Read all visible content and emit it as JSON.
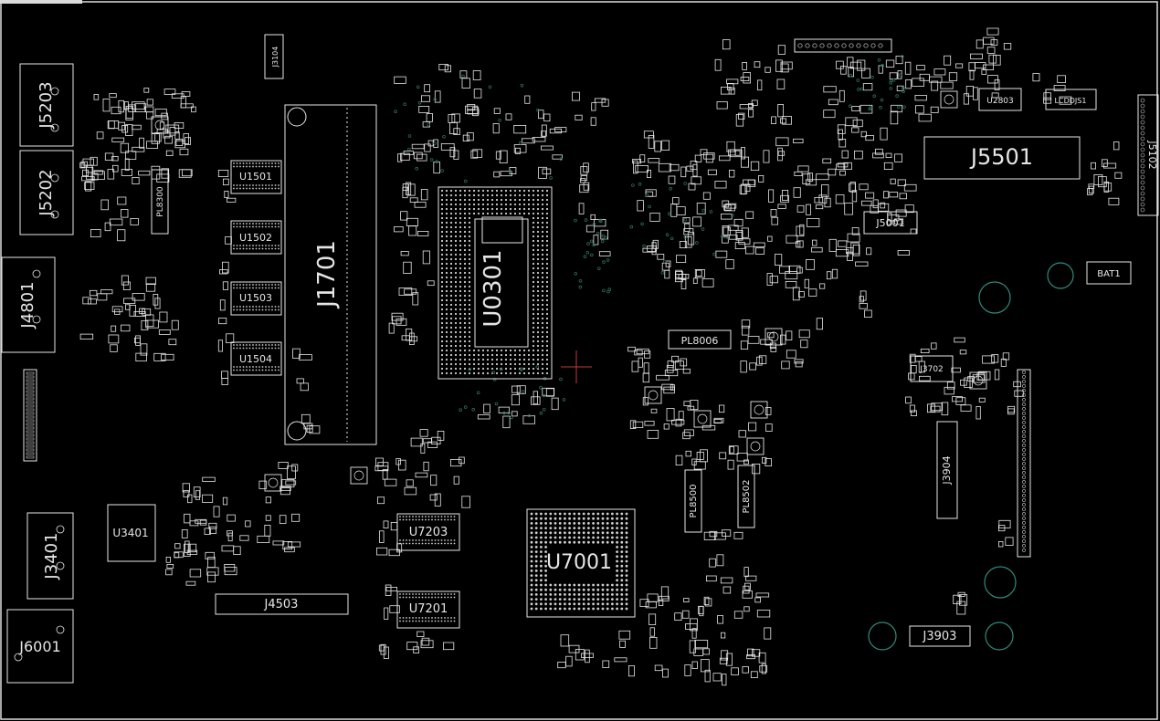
{
  "window": {
    "title": ""
  },
  "theme": {
    "background": "#000000",
    "silkscreen": "#e6e6e6",
    "pad": "#cfcfcf",
    "via": "#2d6b5a",
    "mount_hole": "#2f8c7a",
    "cursor": "#c43a3a",
    "frame": "#dcdcdc"
  },
  "labels": {
    "j5203": "J5203",
    "j5202": "J5202",
    "j4801": "J4801",
    "j3401": "J3401",
    "j6001": "J6001",
    "j3104": "J3104",
    "pl8300": "PL8300",
    "u3401": "U3401",
    "u1501": "U1501",
    "u1502": "U1502",
    "u1503": "U1503",
    "u1504": "U1504",
    "j1701": "J1701",
    "u0301": "U0301",
    "j4503": "J4503",
    "u7203": "U7203",
    "u7201": "U7201",
    "u7001": "U7001",
    "pl8006": "PL8006",
    "pl8500": "PL8500",
    "pl8502": "PL8502",
    "j5501": "J5501",
    "j5001": "J5001",
    "u2803": "U2803",
    "lcd": "LCDDJS1",
    "j5102": "J5102",
    "bat1": "BAT1",
    "j3702": "J3702",
    "j3904": "J3904",
    "j3903": "J3903"
  }
}
